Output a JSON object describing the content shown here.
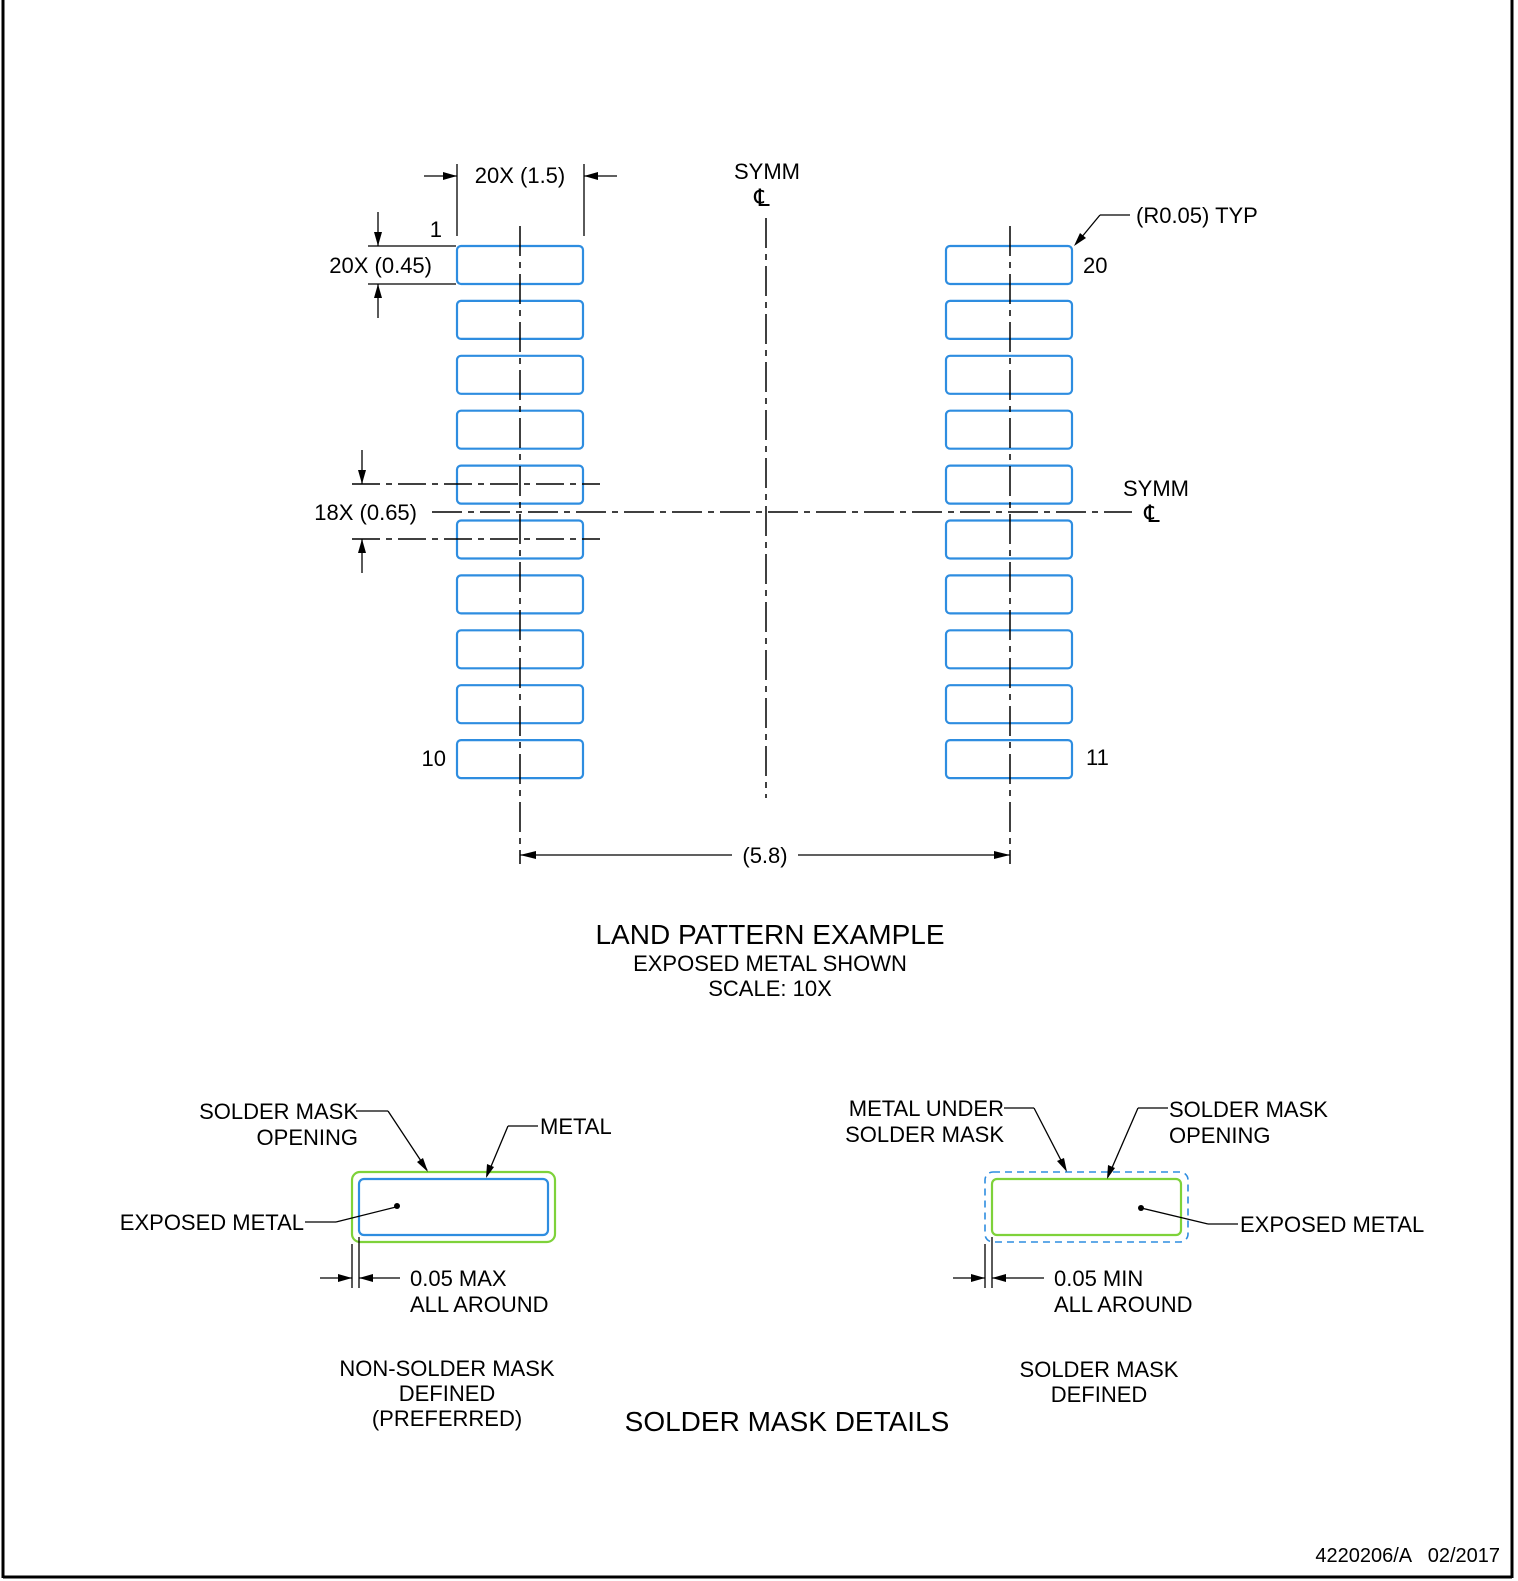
{
  "land_pattern": {
    "pad_width_dim": "20X (1.5)",
    "pad_height_dim": "20X (0.45)",
    "pitch_dim": "18X (0.65)",
    "row_span_dim": "(5.8)",
    "corner_radius_note": "(R0.05) TYP",
    "symm_label_top": "SYMM",
    "symm_label_right": "SYMM",
    "centerline_symbol": "℄",
    "pin_first_left": "1",
    "pin_last_left": "10",
    "pin_first_right": "20",
    "pin_last_right": "11",
    "pads_per_side": 10
  },
  "land_caption": {
    "title": "LAND PATTERN EXAMPLE",
    "subtitle": "EXPOSED METAL SHOWN",
    "scale": "SCALE: 10X"
  },
  "nsmd": {
    "mask_opening_line1": "SOLDER MASK",
    "mask_opening_line2": "OPENING",
    "metal": "METAL",
    "exposed_metal": "EXPOSED METAL",
    "clearance_line1": "0.05 MAX",
    "clearance_line2": "ALL AROUND",
    "caption_line1": "NON-SOLDER MASK",
    "caption_line2": "DEFINED",
    "caption_line3": "(PREFERRED)"
  },
  "smd": {
    "metal_under_line1": "METAL UNDER",
    "metal_under_line2": "SOLDER MASK",
    "mask_opening_line1": "SOLDER MASK",
    "mask_opening_line2": "OPENING",
    "exposed_metal": "EXPOSED METAL",
    "clearance_line1": "0.05 MIN",
    "clearance_line2": "ALL AROUND",
    "caption_line1": "SOLDER MASK",
    "caption_line2": "DEFINED"
  },
  "details_title": "SOLDER MASK DETAILS",
  "doc_number": "4220206/A   02/2017",
  "colors": {
    "pad_outline": "#2e8de0",
    "solder_mask_opening": "#7ed23a",
    "line": "#000000"
  }
}
